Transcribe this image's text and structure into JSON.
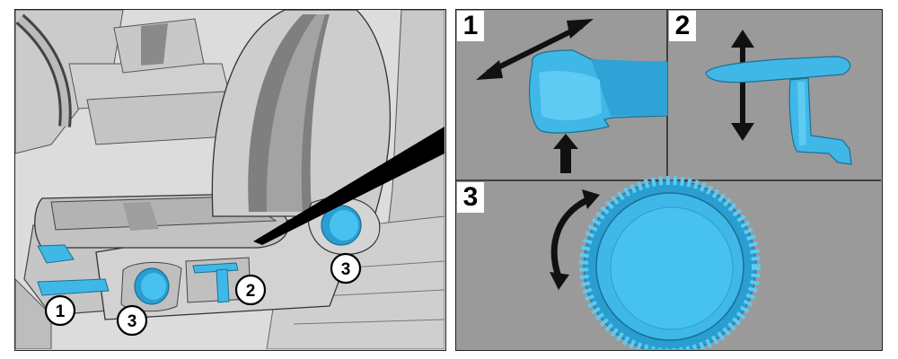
{
  "callouts": {
    "lumbar_or_front_lever": "1",
    "height_lever": "2",
    "knob_front": "3",
    "knob_back": "3"
  },
  "insets": {
    "inset_1": {
      "number": "1"
    },
    "inset_2": {
      "number": "2"
    },
    "inset_3": {
      "number": "3"
    }
  },
  "colors": {
    "highlight": "#3fb8e8",
    "background_gray": "#9a9a9a",
    "arrow_black": "#111111"
  },
  "icons": [
    "double-arrow-icon",
    "up-arrow-icon",
    "rotate-arrow-icon"
  ]
}
